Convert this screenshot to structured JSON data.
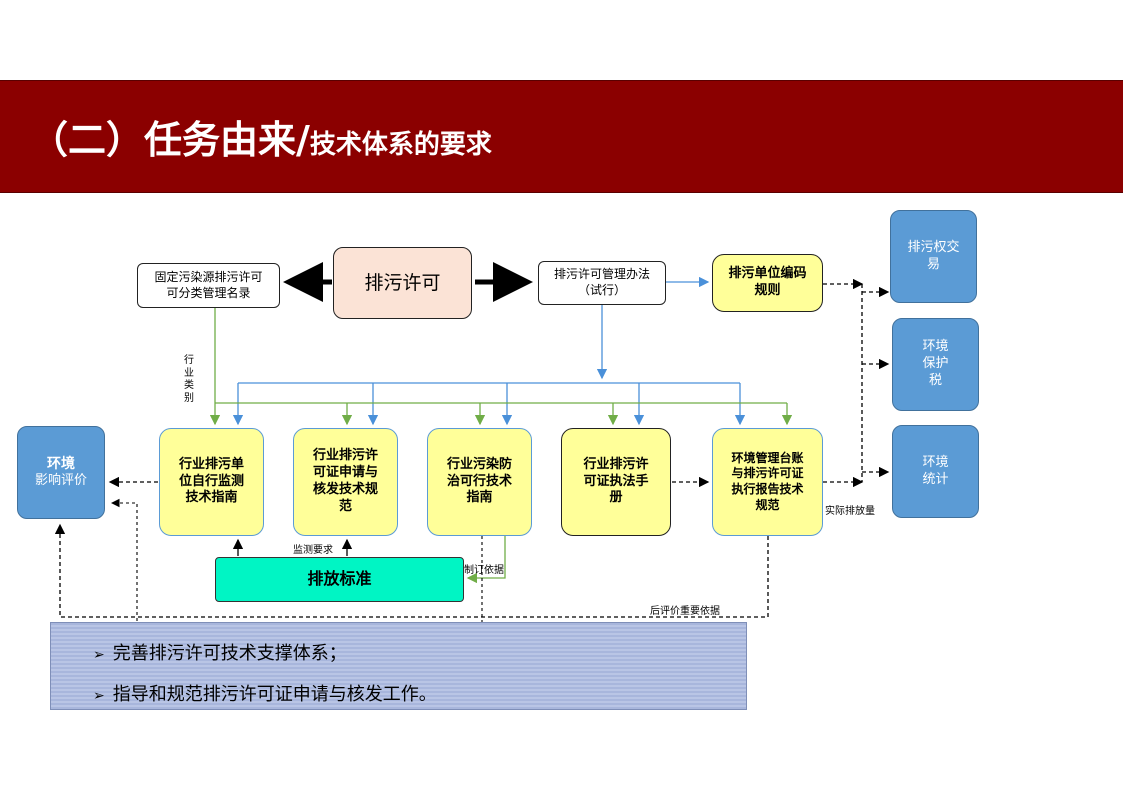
{
  "header": {
    "title_main": "（二）任务由来/",
    "title_sub": "技术体系的要求",
    "background_color": "#8b0000"
  },
  "diagram": {
    "center": "排污许可",
    "catalog": "固定污染源排污许可\n可分类管理名录",
    "measures": "排污许可管理办法\n（试行）",
    "coding_rules": "排污单位编码\n规则",
    "right_boxes": {
      "trading": "排污权交\n易",
      "tax": "环境\n保护\n税",
      "statistics": "环境\n统计"
    },
    "eia": {
      "line1": "环境",
      "line2": "影响评价"
    },
    "guides": {
      "monitoring": "行业排污单\n位自行监测\n技术指南",
      "application": "行业排污许\n可证申请与\n核发技术规\n范",
      "prevention": "行业污染防\n治可行技术\n指南",
      "enforcement": "行业排污许\n可证执法手\n册",
      "ledger": "环境管理台账\n与排污许可证\n执行报告技术\n规范"
    },
    "emission_standard": "排放标准",
    "labels": {
      "industry_category": "行\n业\n类\n别",
      "monitoring_requirement": "监测要求",
      "formulation_basis": "制订依据",
      "actual_emission": "实际排放量",
      "post_evaluation": "后评价重要依据"
    }
  },
  "bullets": [
    "完善排污许可技术支撑体系；",
    "指导和规范排污许可证申请与核发工作。"
  ],
  "colors": {
    "yellow": "#ffff99",
    "blue": "#5b9bd5",
    "green": "#00f5c4",
    "salmon": "#fbe3d6",
    "arrow_blue": "#4a90d9",
    "arrow_green": "#70ad47"
  }
}
